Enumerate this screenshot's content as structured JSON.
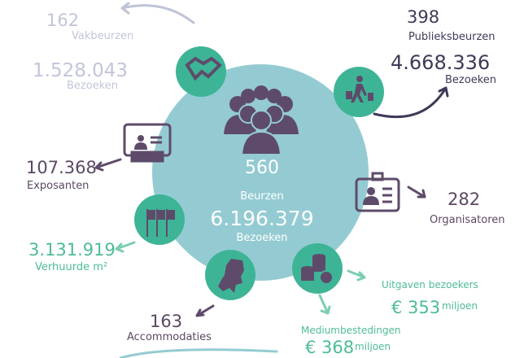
{
  "center": {
    "count": "560",
    "count_label": "Beurzen",
    "visits": "6.196.379",
    "visits_label": "Bezoeken"
  },
  "trade_fairs": {
    "count": "162",
    "count_label": "Vakbeurzen",
    "visits": "1.528.043",
    "visits_label": "Bezoeken"
  },
  "public_fairs": {
    "count": "398",
    "count_label": "Publieksbeurzen",
    "visits": "4.668.336",
    "visits_label": "Bezoeken"
  },
  "exhibitors": {
    "value": "107.368",
    "label": "Exposanten"
  },
  "organizers": {
    "value": "282",
    "label": "Organisatoren"
  },
  "rented_area": {
    "value": "3.131.919",
    "label": "Verhuurde m²"
  },
  "venues": {
    "value": "163",
    "label": "Accommodaties"
  },
  "visitor_spending": {
    "label": "Uitgaven bezoekers",
    "value": "€ 353",
    "unit": "miljoen"
  },
  "media_spending": {
    "label": "Mediumbestedingen",
    "value": "€ 368",
    "unit": "miljoen"
  },
  "colors": {
    "teal": "#94cbd2",
    "green": "#3eb496",
    "purple": "#5e4b6a",
    "light": "#c2c5da"
  }
}
